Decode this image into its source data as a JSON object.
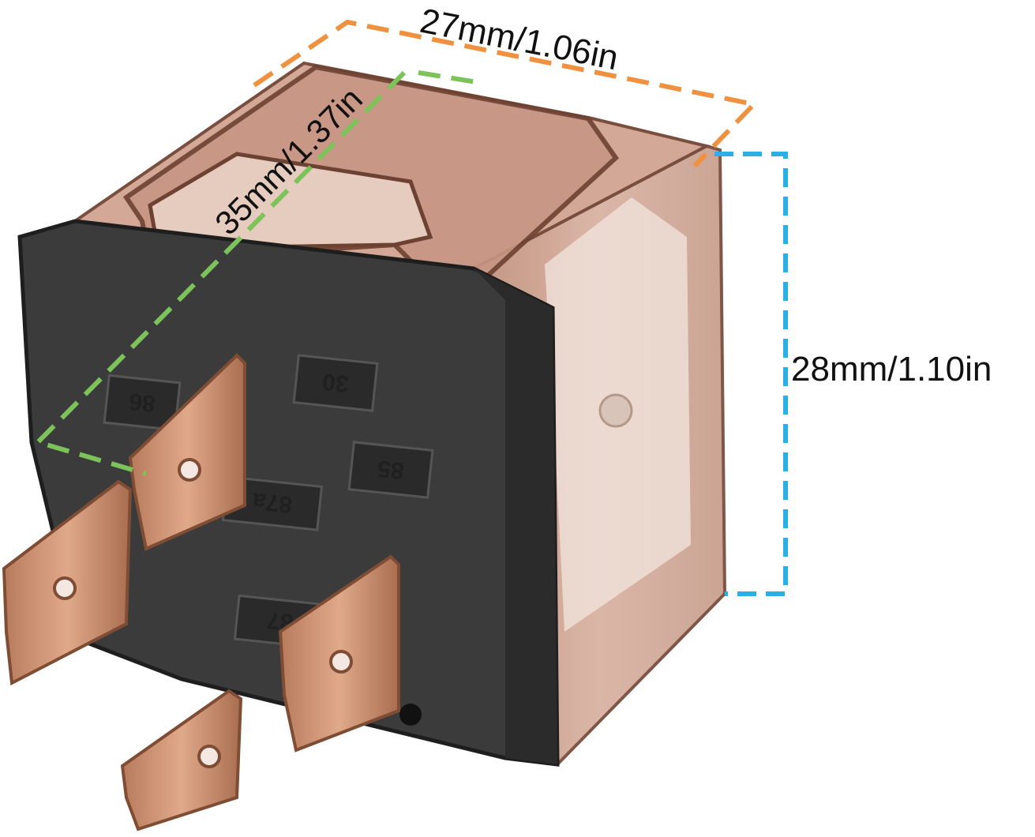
{
  "dimensions": {
    "width": {
      "label": "27mm/1.06in",
      "color": "#f0913f"
    },
    "length": {
      "label": "35mm/1.37in",
      "color": "#7cc45a"
    },
    "height": {
      "label": "28mm/1.10in",
      "color": "#2ab0e6"
    }
  },
  "terminals": [
    "86",
    "30",
    "85",
    "87a",
    "87"
  ],
  "colors": {
    "cover": "#c99a86",
    "cover_dark": "#7a4e3f",
    "base": "#3a3a3a",
    "base_dark": "#262626",
    "copper": "#c58a6a",
    "copper_dark": "#8e5a40",
    "coil": "#f3ece6"
  }
}
